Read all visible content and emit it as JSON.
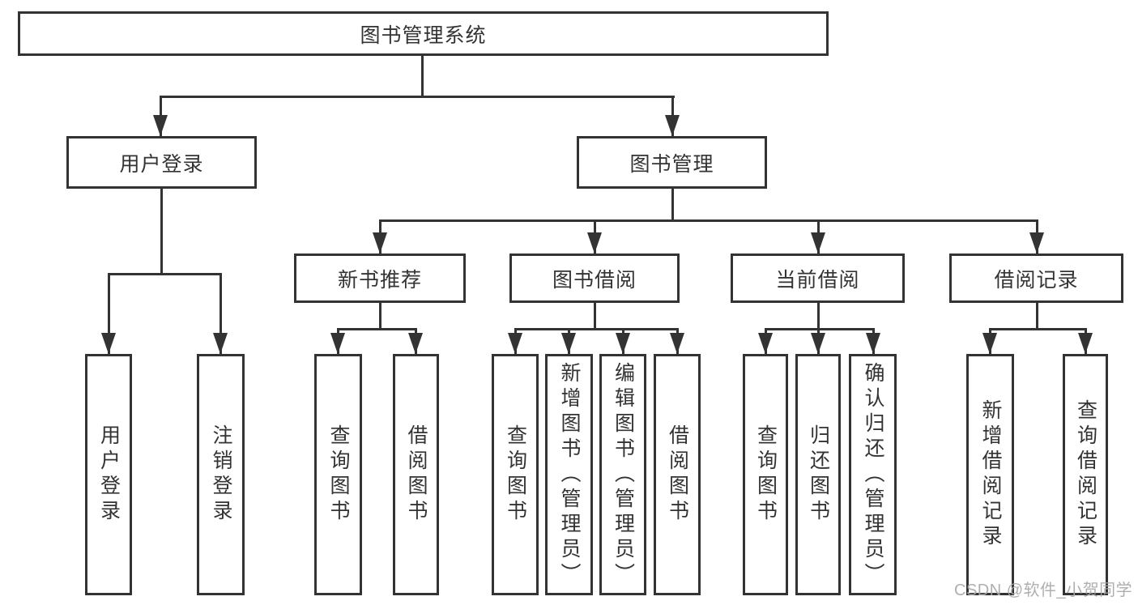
{
  "diagram": {
    "type": "hierarchy-chart",
    "line_color": "#333333",
    "background_color": "#ffffff",
    "watermark_color": "#a8a8a8",
    "tree": {
      "label": "图书管理系统",
      "children": [
        {
          "label": "用户登录",
          "children": [
            {
              "label": "用户登录"
            },
            {
              "label": "注销登录"
            }
          ]
        },
        {
          "label": "图书管理",
          "children": [
            {
              "label": "新书推荐",
              "children": [
                {
                  "label": "查询图书"
                },
                {
                  "label": "借阅图书"
                }
              ]
            },
            {
              "label": "图书借阅",
              "children": [
                {
                  "label": "查询图书"
                },
                {
                  "label": "新增图书（管理员）"
                },
                {
                  "label": "编辑图书（管理员）"
                },
                {
                  "label": "借阅图书"
                }
              ]
            },
            {
              "label": "当前借阅",
              "children": [
                {
                  "label": "查询图书"
                },
                {
                  "label": "归还图书"
                },
                {
                  "label": "确认归还（管理员）"
                }
              ]
            },
            {
              "label": "借阅记录",
              "children": [
                {
                  "label": "新增借阅记录"
                },
                {
                  "label": "查询借阅记录"
                }
              ]
            }
          ]
        }
      ]
    }
  },
  "watermark": {
    "text": "CSDN @软件_小贺同学"
  }
}
